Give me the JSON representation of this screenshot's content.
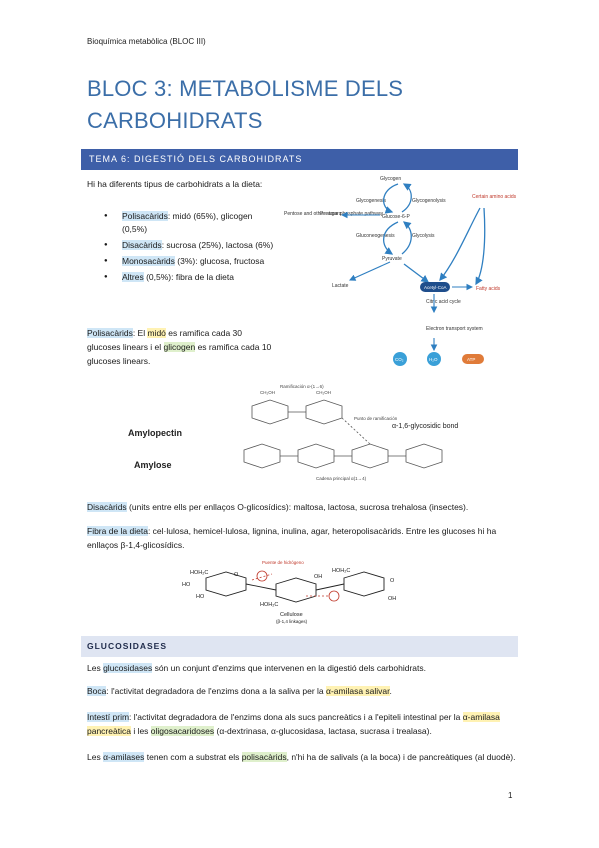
{
  "header": {
    "text": "Bioquímica metabòlica (BLOC III)"
  },
  "title": {
    "line1": "BLOC 3: METABOLISME DELS",
    "line2": "CARBOHIDRATS"
  },
  "section_tema": "TEMA 6: DIGESTIÓ DELS CARBOHIDRATS",
  "intro": "Hi ha diferents tipus de carbohidrats a la dieta:",
  "list": [
    {
      "term": "Polisacàrids",
      "rest": ": midó (65%), glicogen (0,5%)"
    },
    {
      "term": "Disacàrids",
      "rest": ": sucrosa (25%), lactosa (6%)"
    },
    {
      "term": "Monosacàrids",
      "rest": " (3%): glucosa, fructosa"
    },
    {
      "term": "Altres",
      "rest": " (0,5%): fibra de la dieta"
    }
  ],
  "polisacarids_para": {
    "term": "Polisacàrids",
    "t1": ": El ",
    "mido": "midó",
    "t2": " es ramifica cada 30 glucoses linears i el ",
    "glicogen": "glicogen",
    "t3": " es ramifica cada 10 glucoses linears."
  },
  "metabolism_diagram": {
    "glycogen": "Glycogen",
    "glycogenesis": "Glycogenesis",
    "glycogenolysis": "Glycogenolysis",
    "pentose_other": "Pentose and other sugars",
    "pentose_pathway": "Pentose phosphate pathway",
    "glucose6p": "Glucose-6-P",
    "gluconeogenesis": "Gluconeogenesis",
    "glycolysis": "Glycolysis",
    "certain_aa": "Certain amino acids",
    "pyruvate": "Pyruvate",
    "lactate": "Lactate",
    "acetylcoa": "Acetyl-CoA",
    "fatty_acids": "Fatty acids",
    "citric": "Citric acid cycle",
    "electron": "Electron transport system",
    "co2": "CO₂",
    "h2o": "H₂O",
    "atp": "ATP"
  },
  "amylo_diagram": {
    "amylopectin": "Amylopectin",
    "amylose": "Amylose",
    "ch2oh": "CH₂OH",
    "ramificacio": "Ramificación α-(1→6)",
    "punto": "Punto de ramificación",
    "bond": "α-1,6-glycosidic bond",
    "cadena": "Cadena principal α(1→4)"
  },
  "disacarids_para": {
    "term": "Disacàrids",
    "rest": " (units entre ells per enllaços O-glicosídics): maltosa, lactosa, sucrosa trehalosa (insectes)."
  },
  "fibra_para": {
    "term": "Fibra de la dieta",
    "rest": ": cel·lulosa, hemicel·lulosa, lignina, inulina, agar, heteropolisacàrids. Entre les glucoses hi ha enllaços β-1,4-glicosídics."
  },
  "cellulose_diagram": {
    "hoh2c": "HOH₂C",
    "oh": "OH",
    "ho": "HO",
    "o": "O",
    "label": "Cellulose",
    "sublabel": "(β-1,4 linkages)",
    "red_note": "Puente de hidrógeno"
  },
  "section_gluco": "GLUCOSIDASES",
  "gluco_p1": {
    "t1": "Les ",
    "term": "glucosidases",
    "t2": " són un conjunt d'enzims que intervenen en la digestió dels carbohidrats."
  },
  "gluco_p2": {
    "term": "Boca",
    "t1": ": l'activitat degradadora de l'enzims dona a la saliva per la ",
    "amilasa": "α-amilasa salivar",
    "t2": "."
  },
  "gluco_p3": {
    "term": "Intestí prim",
    "t1": ": l'activitat degradadora de l'enzims dona als sucs pancreàtics i a l'epiteli intestinal per la ",
    "amilasa": "α-amilasa pancreàtica",
    "t2": " i les ",
    "oligo": "oligosacaridoses",
    "t3": " (α-dextrinasa, α-glucosidasa, lactasa, sucrasa i trealasa)."
  },
  "gluco_p4": {
    "t1": "Les ",
    "term": "α-amilases",
    "t2": " tenen com a substrat els ",
    "poli": "polisacàrids",
    "t3": ", n'hi ha de salivals (a la boca) i de pancreàtiques (al duodè)."
  },
  "page_number": "1",
  "colors": {
    "title": "#3b6ea8",
    "band_dark": "#3e5fa8",
    "band_light": "#dfe5f2",
    "hl_blue": "#cfe6f6",
    "hl_green": "#dff0cc",
    "hl_yellow": "#fff2b3"
  }
}
